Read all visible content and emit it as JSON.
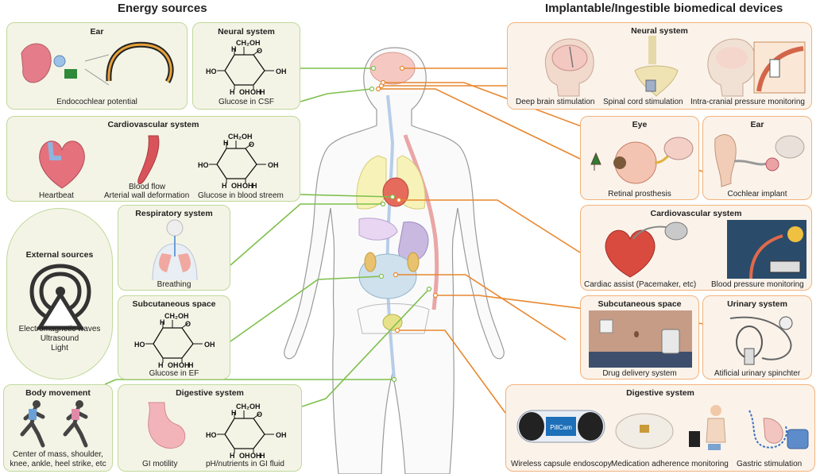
{
  "headings": {
    "left": "Energy sources",
    "right": "Implantable/Ingestible biomedical devices"
  },
  "glucose": {
    "ch2oh": "CH₂OH",
    "h": "H",
    "oh": "OH",
    "ho": "HO",
    "o": "O"
  },
  "left": {
    "ear": {
      "title": "Ear",
      "caption": "Endocochlear potential"
    },
    "neural": {
      "title": "Neural system",
      "caption": "Glucose in CSF"
    },
    "cardio": {
      "title": "Cardiovascular system",
      "captions": [
        "Heartbeat",
        "Blood flow",
        "Arterial wall deformation",
        "Glucose in blood streem"
      ]
    },
    "external": {
      "title": "External sources",
      "lines": [
        "Electromagnetic waves",
        "Ultrasound",
        "Light"
      ]
    },
    "respiratory": {
      "title": "Respiratory system",
      "caption": "Breathing"
    },
    "subcutaneous": {
      "title": "Subcutaneous space",
      "caption": "Glucose in EF"
    },
    "body_movement": {
      "title": "Body movement",
      "lines": [
        "Center of mass, shoulder,",
        "knee, ankle, heel strike, etc"
      ]
    },
    "digestive": {
      "title": "Digestive system",
      "captions": [
        "GI motility",
        "pH/nutrients in GI fluid"
      ]
    }
  },
  "right": {
    "neural": {
      "title": "Neural system",
      "captions": [
        "Deep brain stimulation",
        "Spinal cord stimulation",
        "Intra-cranial pressure monitoring"
      ]
    },
    "eye": {
      "title": "Eye",
      "caption": "Retinal prosthesis"
    },
    "ear": {
      "title": "Ear",
      "caption": "Cochlear implant"
    },
    "cardio": {
      "title": "Cardiovascular system",
      "captions": [
        "Cardiac assist (Pacemaker, etc)",
        "Blood pressure monitoring"
      ]
    },
    "subcutaneous": {
      "title": "Subcutaneous space",
      "caption": "Drug delivery system"
    },
    "urinary": {
      "title": "Urinary system",
      "caption": "Atificial urinary spinchter"
    },
    "digestive": {
      "title": "Digestive system",
      "captions": [
        "Wireless capsule endoscopy",
        "Medication adherence monitoring",
        "Gastric stimulation"
      ]
    },
    "pillcam": "PillCam"
  },
  "colors": {
    "left_border": "#bfd99a",
    "left_fill": "#f4f4e6",
    "right_border": "#f2b27a",
    "right_fill": "#fbf3ea",
    "green_line": "#7fbf4d",
    "orange_line": "#e8872e"
  }
}
